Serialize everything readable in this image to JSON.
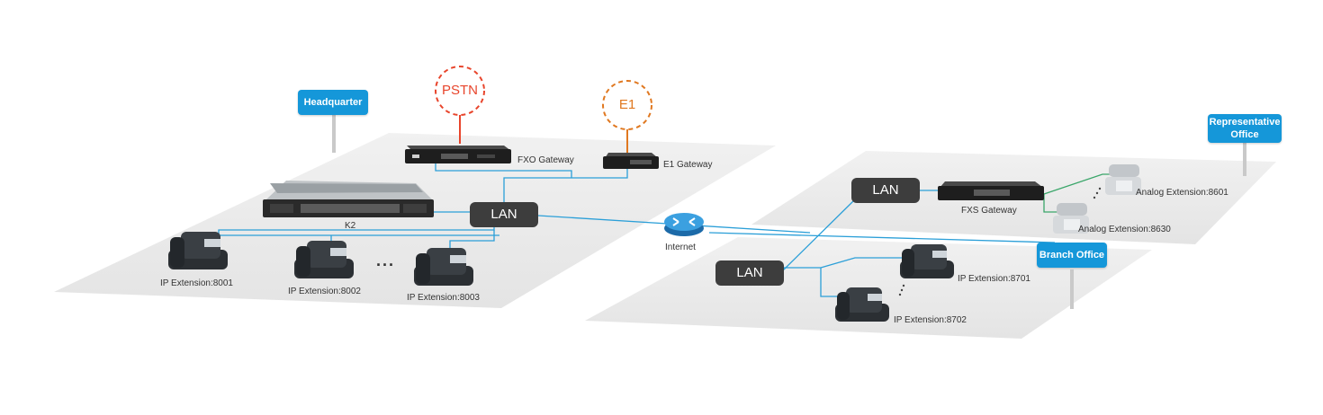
{
  "tags": {
    "headquarter": "Headquarter",
    "representative_office": "Representative Office",
    "branch_office": "Branch Office"
  },
  "clouds": {
    "pstn": "PSTN",
    "e1": "E1"
  },
  "devices": {
    "fxo_gateway": "FXO Gateway",
    "e1_gateway": "E1 Gateway",
    "k2": "K2",
    "internet": "Internet",
    "fxs_gateway": "FXS Gateway"
  },
  "lan_labels": {
    "hq": "LAN",
    "rep": "LAN",
    "branch": "LAN"
  },
  "extensions": {
    "ip_8001": "IP Extension:8001",
    "ip_8002": "IP Extension:8002",
    "ip_8003": "IP Extension:8003",
    "ip_8701": "IP Extension:8701",
    "ip_8702": "IP Extension:8702",
    "analog_8601": "Analog Extension:8601",
    "analog_8630": "Analog Extension:8630"
  },
  "ellipsis": "...",
  "colors": {
    "tag": "#1597d9",
    "link": "#2b9fd8",
    "analog_link": "#3aa66a",
    "pstn": "#e8452c",
    "e1": "#e07820",
    "lan_box": "#3d3d3d",
    "platform": "#ebebeb"
  }
}
